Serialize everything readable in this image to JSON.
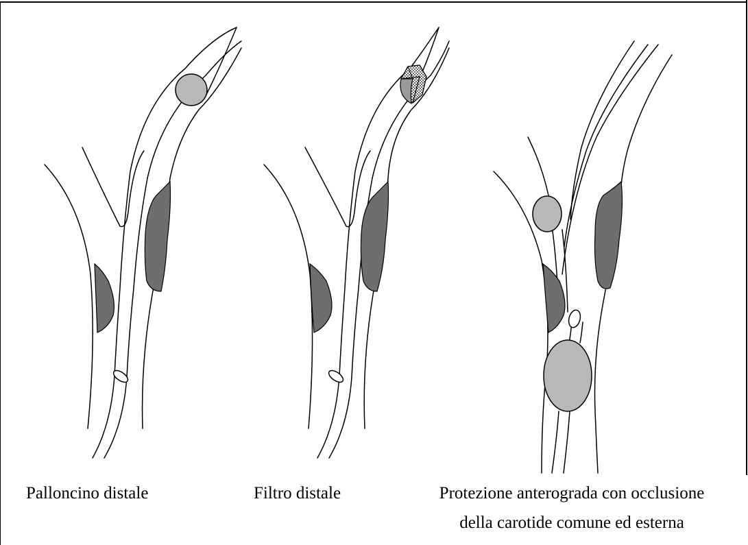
{
  "panels": [
    {
      "caption_lines": [
        "Palloncino distale"
      ],
      "device": "distal-balloon"
    },
    {
      "caption_lines": [
        "Filtro distale"
      ],
      "device": "distal-filter"
    },
    {
      "caption_lines": [
        "Protezione anterograda con occlusione",
        "della carotide comune ed esterna"
      ],
      "device": "proximal-occlusion"
    }
  ],
  "colors": {
    "plaque": "#6e6e6e",
    "balloon": "#b8b8b8",
    "outline": "#000000",
    "background": "#ffffff"
  }
}
